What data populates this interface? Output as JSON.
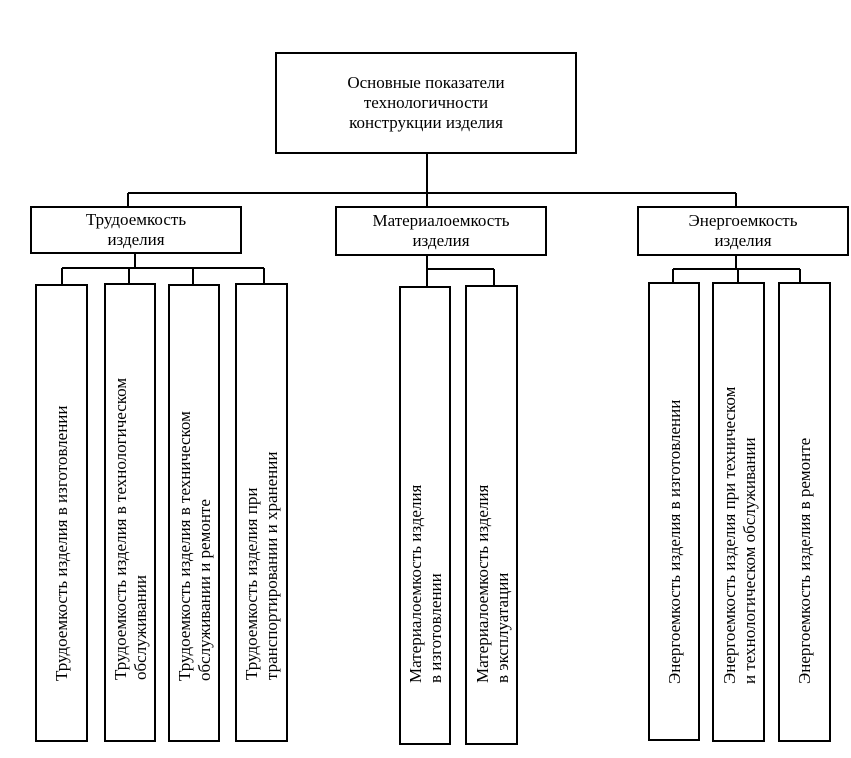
{
  "root": {
    "lines": [
      "Основные показатели",
      "технологичности",
      "конструкции изделия"
    ]
  },
  "categories": [
    {
      "lines": [
        "Трудоемкость",
        "изделия"
      ],
      "items": [
        {
          "lines": [
            "Трудоемкость изделия в изготовлении"
          ]
        },
        {
          "lines": [
            "Трудоемкость изделия в технологическом",
            "обслуживании"
          ]
        },
        {
          "lines": [
            "Трудоемкость изделия в техническом",
            "обслуживании и ремонте"
          ]
        },
        {
          "lines": [
            "Трудоемкость изделия при",
            "транспортировании и хранении"
          ]
        }
      ]
    },
    {
      "lines": [
        "Материалоемкость",
        "изделия"
      ],
      "items": [
        {
          "lines": [
            "Материалоемкость изделия",
            "в изготовлении"
          ]
        },
        {
          "lines": [
            "Материалоемкость изделия",
            "в эксплуатации"
          ]
        }
      ]
    },
    {
      "lines": [
        "Энергоемкость",
        "изделия"
      ],
      "items": [
        {
          "lines": [
            "Энергоемкость изделия в изготовлении"
          ]
        },
        {
          "lines": [
            "Энергоемкость изделия при техническом",
            "и технологическом обслуживании"
          ]
        },
        {
          "lines": [
            "Энергоемкость изделия в ремонте"
          ]
        }
      ]
    }
  ]
}
